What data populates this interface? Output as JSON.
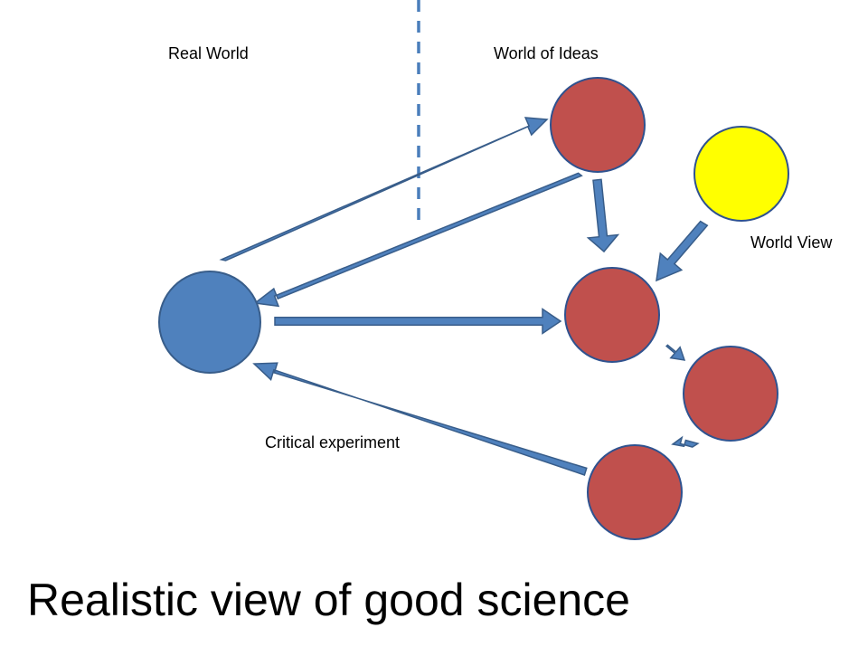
{
  "slide": {
    "title": "Realistic view of good science"
  },
  "labels": {
    "real_world": "Real World",
    "world_of_ideas": "World of Ideas",
    "world_view": "World View",
    "critical_experiment": "Critical experiment"
  },
  "colors": {
    "arrow_fill": "#4f81bd",
    "arrow_stroke": "#385d8a",
    "real_node_fill": "#4f81bd",
    "idea_node_fill": "#c0504d",
    "idea_node_stroke": "#2f528f",
    "world_view_fill": "#ffff00",
    "divider": "#4a7ebb"
  }
}
